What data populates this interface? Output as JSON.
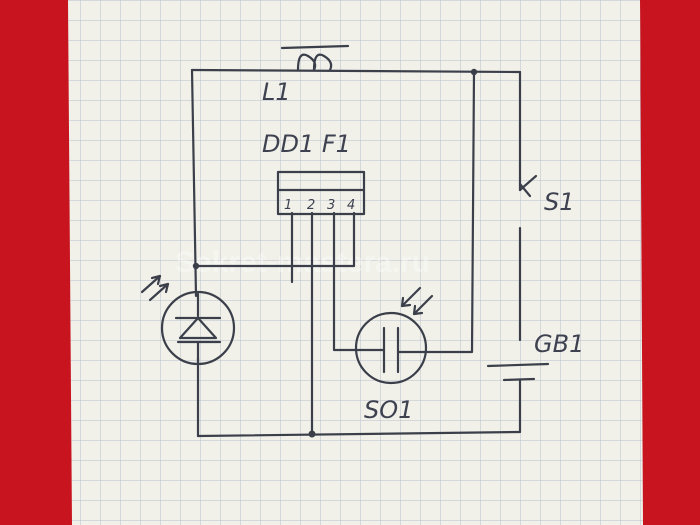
{
  "labels": {
    "inductor": "L1",
    "chip": "DD1 F1",
    "switch": "S1",
    "battery": "GB1",
    "sensor": "SO1",
    "pins": [
      "1",
      "2",
      "3",
      "4"
    ]
  },
  "watermark": "Sekret-mastera.ru",
  "colors": {
    "background": "#c8141e",
    "paper": "#f1f1ea",
    "grid": "#b9c0cc",
    "ink": "#3b3f4a"
  }
}
